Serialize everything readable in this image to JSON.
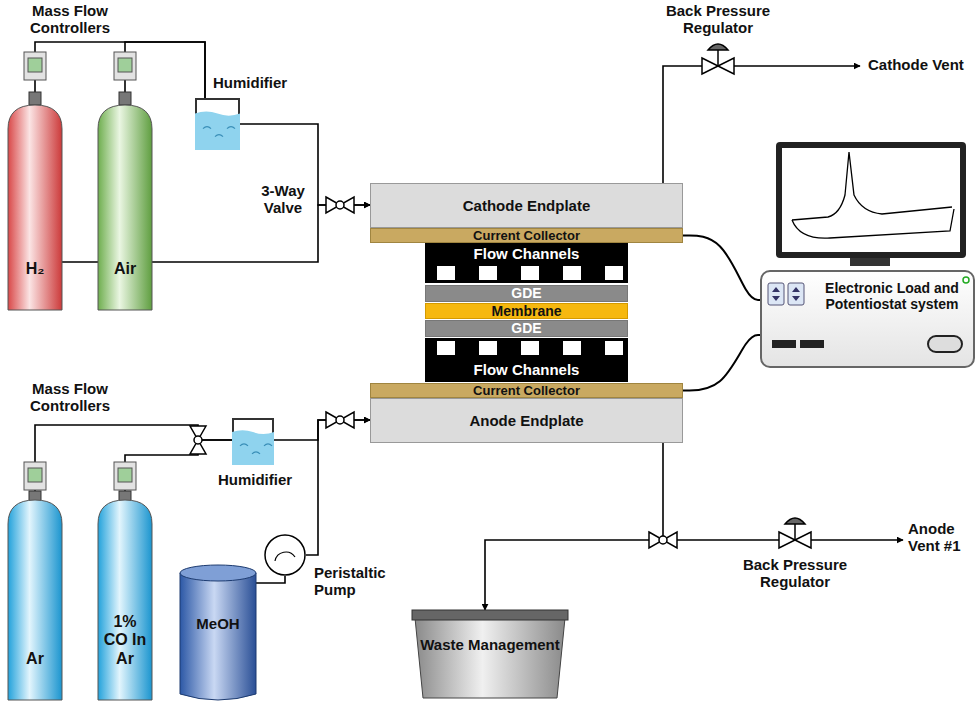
{
  "diagram": {
    "nodes": [
      {
        "text": [
          "H₂"
        ]
      },
      {
        "text": [
          "Air"
        ]
      },
      {
        "text": [
          "Ar"
        ]
      },
      {
        "text": [
          "1% CO In Ar"
        ]
      },
      {
        "text": [
          "MeOH"
        ]
      },
      {
        "text": [
          "Humidifier"
        ]
      },
      {
        "text": [
          "Humidifier"
        ]
      },
      {
        "text": [
          "Peristaltic Pump"
        ]
      },
      {
        "text": [
          "Cathode Endplate"
        ]
      },
      {
        "text": [
          "Current Collector"
        ]
      },
      {
        "text": [
          "Flow Channels"
        ]
      },
      {
        "text": [
          "GDE"
        ]
      },
      {
        "text": [
          "Membrane"
        ]
      },
      {
        "text": [
          "GDE"
        ]
      },
      {
        "text": [
          "Flow Channels"
        ]
      },
      {
        "text": [
          "Current Collector"
        ]
      },
      {
        "text": [
          "Anode Endplate"
        ]
      },
      {
        "text": [
          "Electronic Load and Potentiostat system"
        ]
      },
      {
        "text": [
          "Waste Management"
        ]
      }
    ],
    "edges": [
      {
        "from": 0,
        "to": 5,
        "arrow": "none"
      },
      {
        "from": 1,
        "to": 5,
        "arrow": "none"
      },
      {
        "from": 0,
        "to": 8,
        "arrow": "to"
      },
      {
        "from": 5,
        "to": 8,
        "arrow": "to"
      },
      {
        "from": 2,
        "to": 6,
        "arrow": "none"
      },
      {
        "from": 3,
        "to": 6,
        "arrow": "none"
      },
      {
        "from": 6,
        "to": 16,
        "arrow": "to"
      },
      {
        "from": 4,
        "to": 7,
        "arrow": "none"
      },
      {
        "from": 7,
        "to": 16,
        "arrow": "to"
      },
      {
        "from": 16,
        "to": 18,
        "arrow": "to"
      },
      {
        "from": 9,
        "to": 17,
        "arrow": "none"
      },
      {
        "from": 15,
        "to": 17,
        "arrow": "none"
      }
    ],
    "labels": [
      "Mass Flow Controllers",
      "3-Way Valve",
      "Back Pressure Regulator",
      "Cathode Vent",
      "Mass Flow Controllers",
      "Back Pressure Regulator",
      "Anode Vent #1"
    ]
  }
}
